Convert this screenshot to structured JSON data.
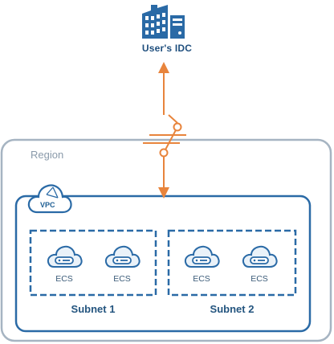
{
  "idc": {
    "label": "User's IDC",
    "icon": "office-building-icon"
  },
  "region": {
    "label": "Region"
  },
  "vpc": {
    "label": "VPC",
    "icon": "cloud-icon"
  },
  "connection": {
    "icon": "broken-link-icon"
  },
  "subnets": [
    {
      "label": "Subnet 1",
      "instances": [
        {
          "label": "ECS",
          "icon": "cloud-server-icon"
        },
        {
          "label": "ECS",
          "icon": "cloud-server-icon"
        }
      ]
    },
    {
      "label": "Subnet 2",
      "instances": [
        {
          "label": "ECS",
          "icon": "cloud-server-icon"
        },
        {
          "label": "ECS",
          "icon": "cloud-server-icon"
        }
      ]
    }
  ],
  "colors": {
    "primary": "#2a6aa6",
    "dark": "#1f4f7e",
    "link": "#e8843c",
    "region_border": "#a6b4c2",
    "icon_light": "#eaf2f9"
  }
}
